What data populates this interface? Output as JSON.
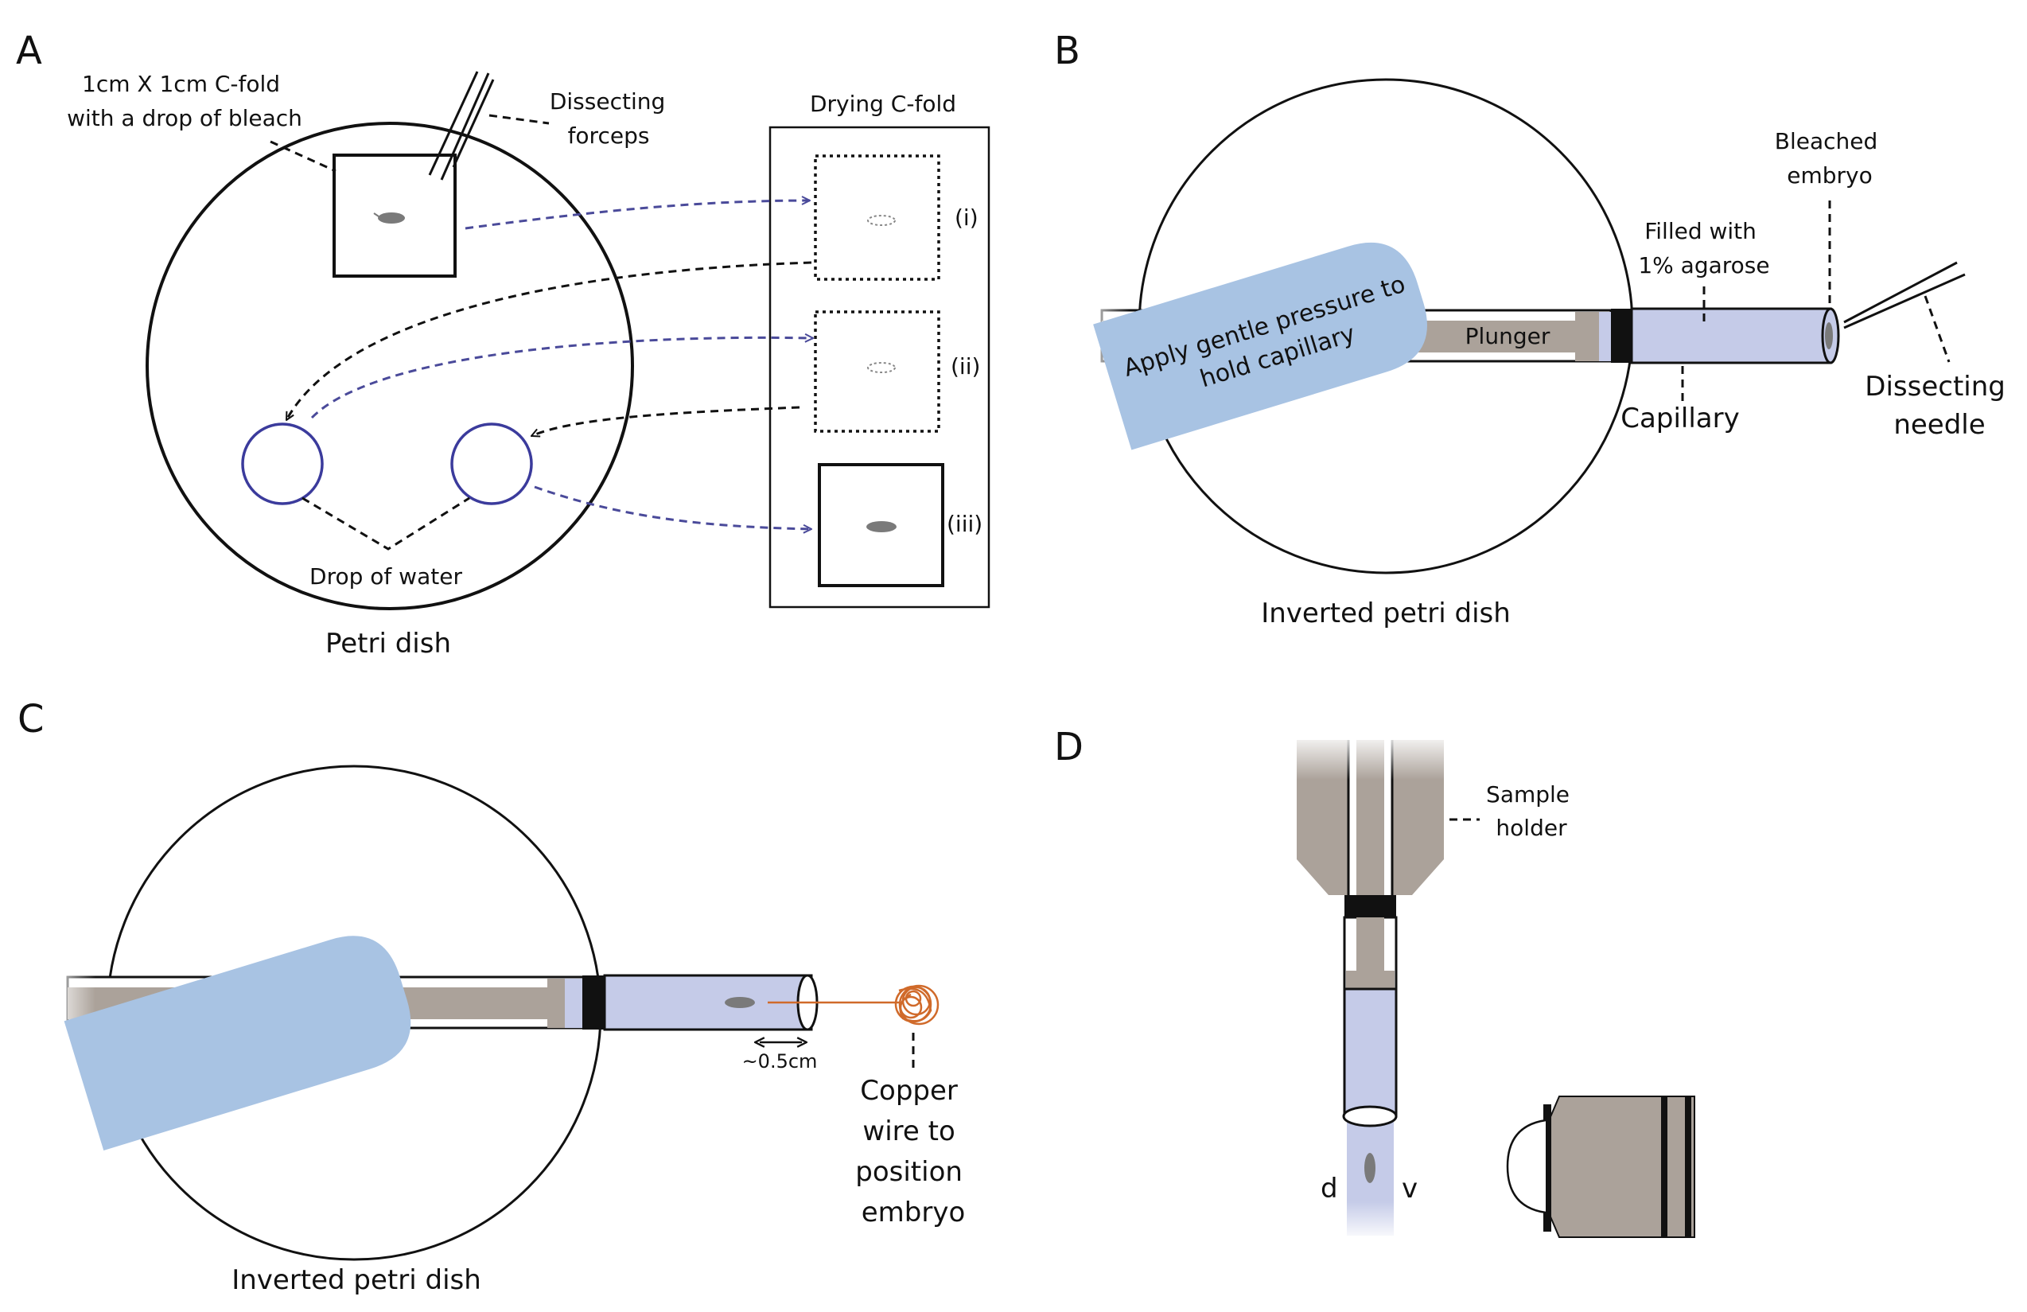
{
  "panels": {
    "a": {
      "letter": "A",
      "fold_label": [
        "1cm X 1cm C-fold",
        "with a drop of bleach"
      ],
      "forceps_label": [
        "Dissecting",
        "forceps"
      ],
      "drying_title": "Drying C-fold",
      "steps": [
        "(i)",
        "(ii)",
        "(iii)"
      ],
      "water_label": "Drop of water",
      "dish_label": "Petri dish"
    },
    "b": {
      "letter": "B",
      "pressure_label": [
        "Apply gentle pressure to",
        "hold capillary"
      ],
      "plunger_label": "Plunger",
      "agarose_label": [
        "Filled with",
        "1% agarose"
      ],
      "embryo_label": [
        "Bleached",
        "embryo"
      ],
      "capillary_label": "Capillary",
      "needle_label": [
        "Dissecting",
        "needle"
      ],
      "dish_label": "Inverted petri dish"
    },
    "c": {
      "letter": "C",
      "distance_label": "~0.5cm",
      "wire_label": [
        "Copper",
        "wire to",
        "position",
        "embryo"
      ],
      "dish_label": "Inverted petri dish"
    },
    "d": {
      "letter": "D",
      "holder_label": [
        "Sample",
        "holder"
      ],
      "dorsal": "d",
      "ventral": "v"
    }
  },
  "colors": {
    "ink": "#111111",
    "blue_dashed": "#4a4a9a",
    "water_circle": "#3b3b9c",
    "capillary_fill": "#c5cbe8",
    "finger_fill": "#a8c3e3",
    "metal_gray": "#aba29a",
    "embryo_gray": "#7a7a7a",
    "copper": "#d06a2a"
  }
}
